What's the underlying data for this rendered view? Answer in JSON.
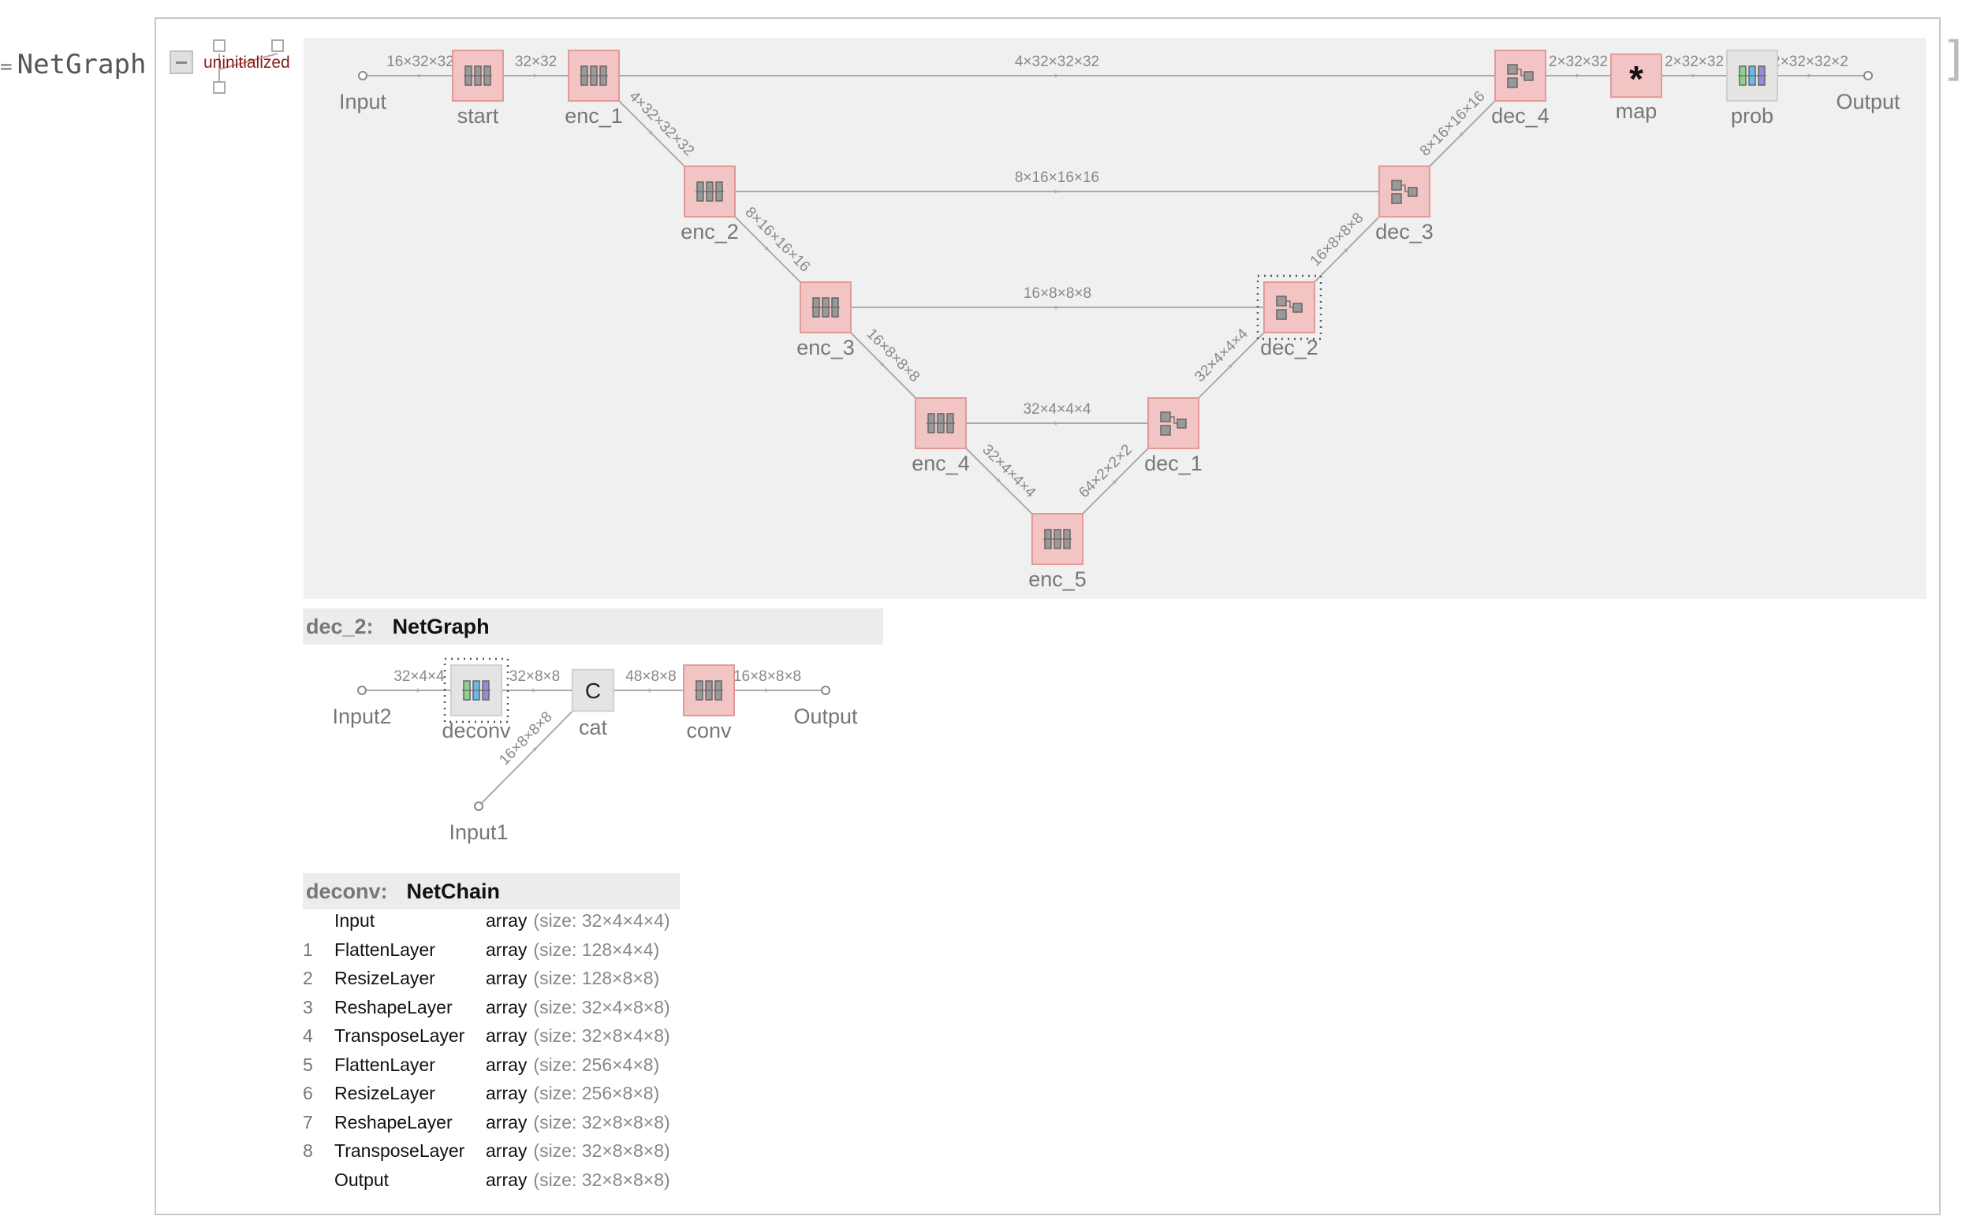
{
  "output_label": {
    "prefix": "=",
    "head": "NetGraph",
    "bracket": "["
  },
  "header": {
    "status": "uninitialized"
  },
  "main_graph": {
    "nodes": [
      {
        "id": "Input",
        "label": "Input",
        "kind": "port"
      },
      {
        "id": "start",
        "label": "start",
        "kind": "chain"
      },
      {
        "id": "enc_1",
        "label": "enc_1",
        "kind": "chain"
      },
      {
        "id": "enc_2",
        "label": "enc_2",
        "kind": "chain"
      },
      {
        "id": "enc_3",
        "label": "enc_3",
        "kind": "chain"
      },
      {
        "id": "enc_4",
        "label": "enc_4",
        "kind": "chain"
      },
      {
        "id": "enc_5",
        "label": "enc_5",
        "kind": "chain"
      },
      {
        "id": "dec_1",
        "label": "dec_1",
        "kind": "graph"
      },
      {
        "id": "dec_2",
        "label": "dec_2",
        "kind": "graph",
        "selected": true
      },
      {
        "id": "dec_3",
        "label": "dec_3",
        "kind": "graph"
      },
      {
        "id": "dec_4",
        "label": "dec_4",
        "kind": "graph"
      },
      {
        "id": "map",
        "label": "map",
        "kind": "map"
      },
      {
        "id": "prob",
        "label": "prob",
        "kind": "chain-init"
      },
      {
        "id": "Output",
        "label": "Output",
        "kind": "port"
      }
    ],
    "edges": [
      {
        "from": "Input",
        "to": "start",
        "label": "16×32×32"
      },
      {
        "from": "start",
        "to": "enc_1",
        "label": "32×32"
      },
      {
        "from": "enc_1",
        "to": "dec_4",
        "label": "4×32×32×32"
      },
      {
        "from": "enc_1",
        "to": "enc_2",
        "label": "4×32×32×32"
      },
      {
        "from": "enc_2",
        "to": "dec_3",
        "label": "8×16×16×16"
      },
      {
        "from": "enc_2",
        "to": "enc_3",
        "label": "8×16×16×16"
      },
      {
        "from": "enc_3",
        "to": "dec_2",
        "label": "16×8×8×8"
      },
      {
        "from": "enc_3",
        "to": "enc_4",
        "label": "16×8×8×8"
      },
      {
        "from": "enc_4",
        "to": "dec_1",
        "label": "32×4×4×4"
      },
      {
        "from": "enc_4",
        "to": "enc_5",
        "label": "32×4×4×4"
      },
      {
        "from": "enc_5",
        "to": "dec_1",
        "label": "64×2×2×2"
      },
      {
        "from": "dec_1",
        "to": "dec_2",
        "label": "32×4×4×4"
      },
      {
        "from": "dec_2",
        "to": "dec_3",
        "label": "16×8×8×8"
      },
      {
        "from": "dec_3",
        "to": "dec_4",
        "label": "8×16×16×16"
      },
      {
        "from": "dec_4",
        "to": "map",
        "label": "2×32×32"
      },
      {
        "from": "map",
        "to": "prob",
        "label": "2×32×32"
      },
      {
        "from": "prob",
        "to": "Output",
        "label": "2×32×32×2"
      }
    ]
  },
  "sub_graph": {
    "title_key": "dec_2:",
    "title_value": "NetGraph",
    "nodes": [
      {
        "id": "Input2",
        "label": "Input2",
        "kind": "port"
      },
      {
        "id": "deconv",
        "label": "deconv",
        "kind": "chain-init",
        "selected": true
      },
      {
        "id": "cat",
        "label": "cat",
        "kind": "cat",
        "glyph": "C"
      },
      {
        "id": "conv",
        "label": "conv",
        "kind": "chain"
      },
      {
        "id": "Output",
        "label": "Output",
        "kind": "port"
      },
      {
        "id": "Input1",
        "label": "Input1",
        "kind": "port"
      }
    ],
    "edges": [
      {
        "from": "Input2",
        "to": "deconv",
        "label": "32×4×4"
      },
      {
        "from": "deconv",
        "to": "cat",
        "label": "32×8×8"
      },
      {
        "from": "Input1",
        "to": "cat",
        "label": "16×8×8×8"
      },
      {
        "from": "cat",
        "to": "conv",
        "label": "48×8×8"
      },
      {
        "from": "conv",
        "to": "Output",
        "label": "16×8×8×8"
      }
    ]
  },
  "chain_panel": {
    "title_key": "deconv:",
    "title_value": "NetChain",
    "rows": [
      {
        "index": "",
        "name": "Input",
        "type": "array",
        "size": "(size: 32×4×4×4)"
      },
      {
        "index": "1",
        "name": "FlattenLayer",
        "type": "array",
        "size": "(size: 128×4×4)"
      },
      {
        "index": "2",
        "name": "ResizeLayer",
        "type": "array",
        "size": "(size: 128×8×8)"
      },
      {
        "index": "3",
        "name": "ReshapeLayer",
        "type": "array",
        "size": "(size: 32×4×8×8)"
      },
      {
        "index": "4",
        "name": "TransposeLayer",
        "type": "array",
        "size": "(size: 32×8×4×8)"
      },
      {
        "index": "5",
        "name": "FlattenLayer",
        "type": "array",
        "size": "(size: 256×4×8)"
      },
      {
        "index": "6",
        "name": "ResizeLayer",
        "type": "array",
        "size": "(size: 256×8×8)"
      },
      {
        "index": "7",
        "name": "ReshapeLayer",
        "type": "array",
        "size": "(size: 32×8×8×8)"
      },
      {
        "index": "8",
        "name": "TransposeLayer",
        "type": "array",
        "size": "(size: 32×8×8×8)"
      },
      {
        "index": "",
        "name": "Output",
        "type": "array",
        "size": "(size: 32×8×8×8)"
      }
    ]
  },
  "colors": {
    "node_fill": "#f2c4c4",
    "node_stroke": "#e09a9a",
    "edge": "#aaaaaa",
    "label": "#888888",
    "status_text": "#8b1a1a",
    "graph_bg": "#f0f0f0",
    "bar_green": "#8fd18f",
    "bar_blue": "#6cb8e6",
    "bar_purple": "#9b87d9"
  },
  "icons": {
    "chain": "layer-bars-icon",
    "graph": "subgraph-icon",
    "map": "asterisk-icon",
    "cat": "catenate-icon",
    "port": "port-dot-icon",
    "collapse": "minus-icon"
  }
}
